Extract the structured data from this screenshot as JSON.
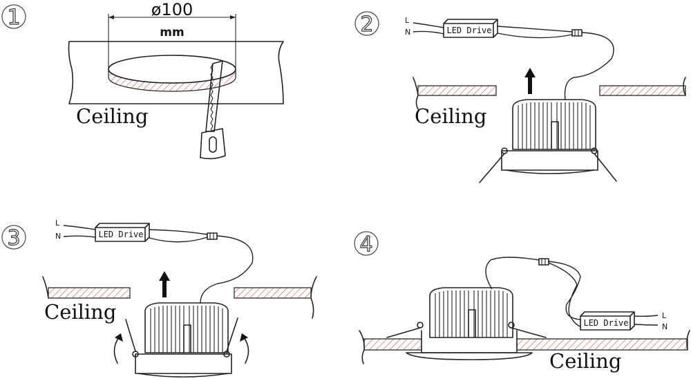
{
  "steps": [
    {
      "number": "1",
      "ceiling_label": "Ceiling",
      "diameter_label": "ø100",
      "unit_label": "mm"
    },
    {
      "number": "2",
      "ceiling_label": "Ceiling",
      "driver_label": "LED Drive",
      "line_label": "L",
      "neutral_label": "N"
    },
    {
      "number": "3",
      "ceiling_label": "Ceiling",
      "driver_label": "LED Drive",
      "line_label": "L",
      "neutral_label": "N"
    },
    {
      "number": "4",
      "ceiling_label": "Ceiling",
      "driver_label": "LED Drive",
      "line_label": "L",
      "neutral_label": "N"
    }
  ],
  "colors": {
    "hatch": "#c0504d",
    "ink": "#222222"
  },
  "icons": [
    "saw-icon",
    "up-arrow-icon",
    "rotate-arrow-icon",
    "connector-icon"
  ]
}
